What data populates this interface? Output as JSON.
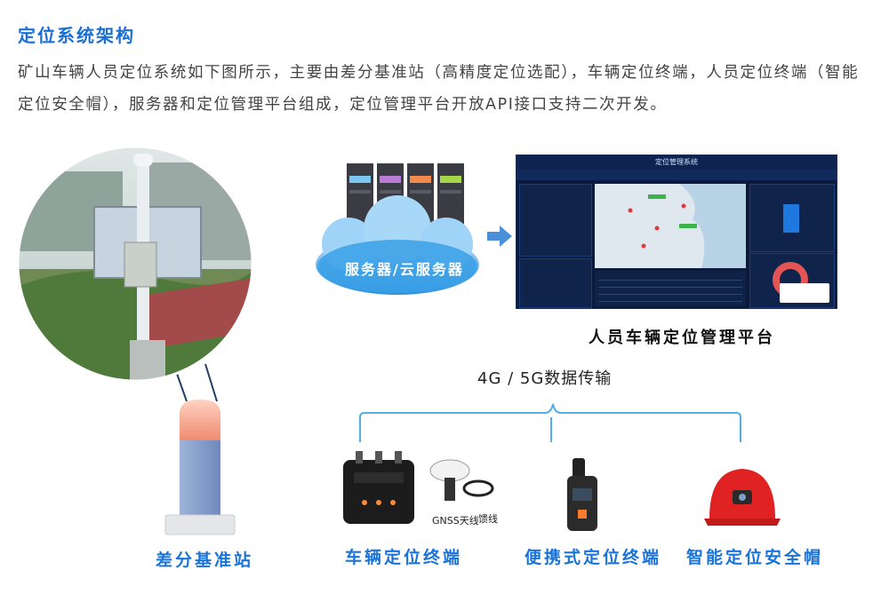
{
  "heading": {
    "title": "定位系统架构",
    "description": "矿山车辆人员定位系统如下图所示，主要由差分基准站（高精度定位选配），车辆定位终端，人员定位终端（智能定位安全帽），服务器和定位管理平台组成，定位管理平台开放API接口支持二次开发。"
  },
  "diagram": {
    "server_label": "服务器/云服务器",
    "platform_label": "人员车辆定位管理平台",
    "platform_screen_title": "定位管理系统",
    "transmission_label": "4G / 5G数据传输",
    "base_station_label": "差分基准站",
    "antenna_label": "GNSS天线",
    "cable_label": "馈线",
    "devices": [
      {
        "label": "车辆定位终端"
      },
      {
        "label": "便携式定位终端"
      },
      {
        "label": "智能定位安全帽"
      }
    ]
  },
  "colors": {
    "accent_blue": "#1a73d9",
    "cloud_blue": "#3aa0e6",
    "helmet_red": "#e02222",
    "pipe_blue": "#55aee8"
  }
}
